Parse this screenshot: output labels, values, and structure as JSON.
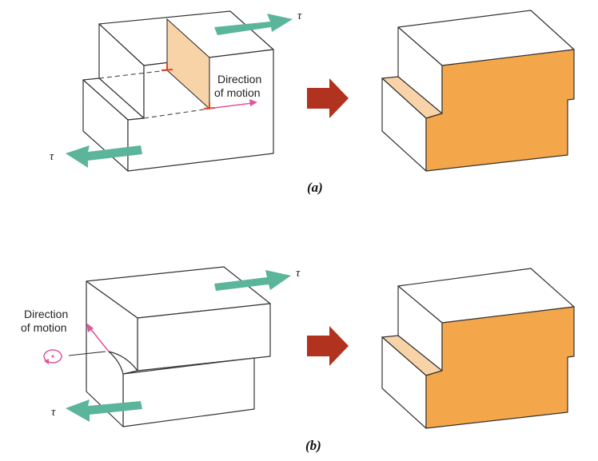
{
  "colors": {
    "shear_arrow": "#5bb59a",
    "transition_arrow": "#b0321f",
    "slip_face": "#f4a64a",
    "slip_plane_light": "#f8d3a8",
    "motion_arrow": "#e0559e",
    "dislocation_mark": "#e0462d"
  },
  "panel_a": {
    "caption": "(a)",
    "tau_top": "τ",
    "tau_bottom": "τ",
    "motion_label_line1": "Direction",
    "motion_label_line2": "of motion"
  },
  "panel_b": {
    "caption": "(b)",
    "tau_top": "τ",
    "tau_bottom": "τ",
    "motion_label_line1": "Direction",
    "motion_label_line2": "of motion"
  },
  "icons": {
    "shear_arrow": "double-headed-arrow-icon",
    "transition_arrow": "right-arrow-icon",
    "screw_rotation": "circular-arrow-icon"
  }
}
